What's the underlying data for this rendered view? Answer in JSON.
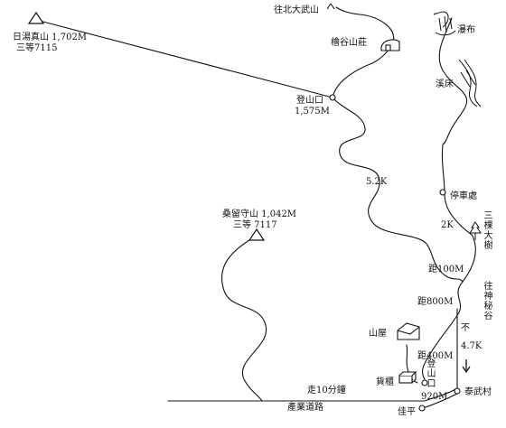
{
  "labels": {
    "peak1_name": "日湯真山 1,702M",
    "peak1_sub": "三等7115",
    "to_peak": "往北大武山",
    "cabin": "檜谷山莊",
    "trailhead_upper": "登山口",
    "trailhead_upper_elev": "1,575M",
    "waterfall": "瀑布",
    "streambed": "溪床",
    "dist_52k": "5.2K",
    "parking": "停車處",
    "dist_2k": "2K",
    "big_trees": "三棵大樹",
    "peak2_name": "桑留守山 1,042M",
    "peak2_sub": "三等 7117",
    "dist_100m": "距100M",
    "to_shrine": "往神秘谷",
    "dist_800m": "距800M",
    "hut": "山屋",
    "dist_400m": "距400M",
    "dist_47k": "4.7K",
    "arrow_up": "不",
    "trailhead_lower": "登山口",
    "shop": "貨櫃",
    "elev_920": "920M",
    "village": "泰武村",
    "walk_10": "走10分鐘",
    "road": "產業道路",
    "jiaping": "佳平"
  },
  "icons": {
    "peak": "triangle-peak-icon",
    "house": "house-icon",
    "cabin": "cabin-icon",
    "waterfall": "waterfall-icon",
    "waypoint": "circle-waypoint-icon",
    "tree": "tree-icon"
  }
}
